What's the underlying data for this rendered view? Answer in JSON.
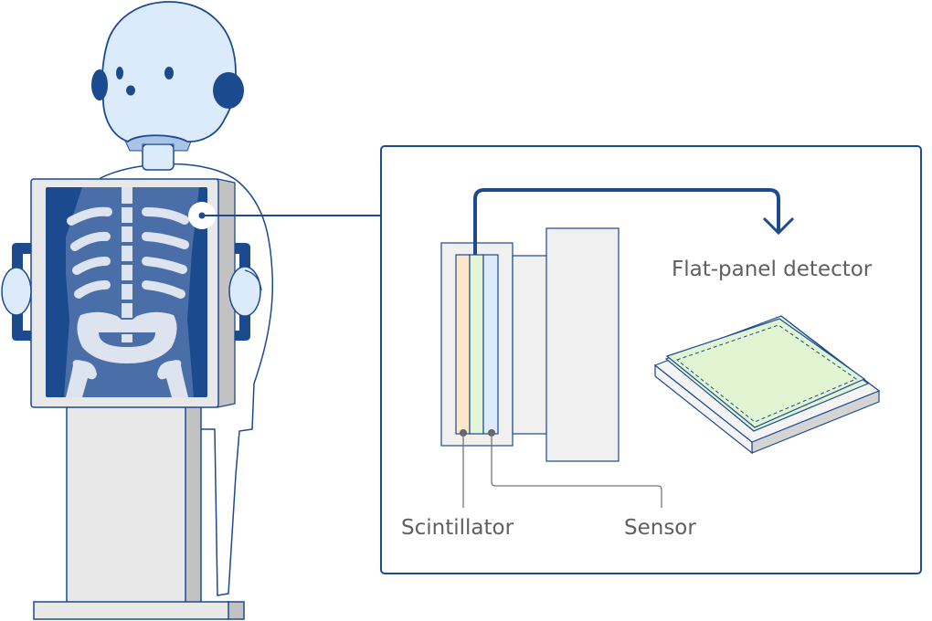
{
  "diagram": {
    "labels": {
      "flat_panel_detector": "Flat-panel detector",
      "scintillator": "Scintillator",
      "sensor": "Sensor"
    },
    "colors": {
      "outline": "#1c4a8f",
      "skin": "#dcebfb",
      "xray_bg": "#1c4a8f",
      "xray_body": "#4a6fa8",
      "bone": "#dde3ef",
      "frame": "#e8e8e8",
      "frame_side": "#c2c2c2",
      "scintillator": "#fde7cc",
      "phosphor": "#e3f5d5",
      "sensor": "#dcebfb",
      "housing": "#f0f0f0",
      "panel_top": "#e2f5d3",
      "leader": "#777777",
      "text": "#5f5f5f"
    }
  }
}
